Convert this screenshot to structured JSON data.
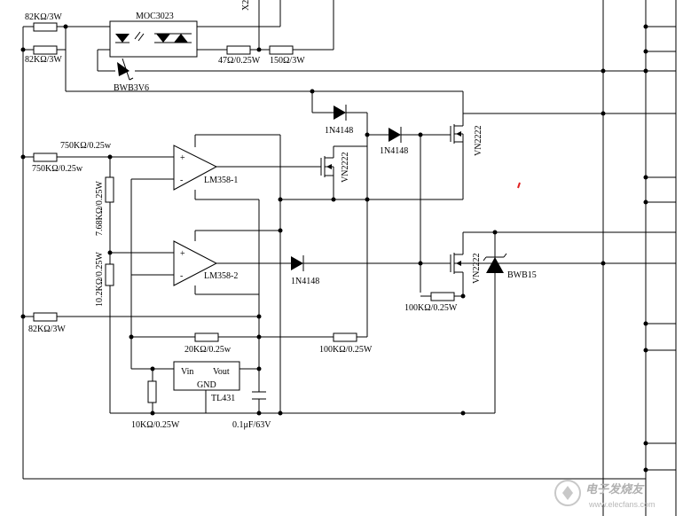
{
  "labels": {
    "r82k_top": "82KΩ/3W",
    "r82k_2": "82KΩ/3W",
    "moc": "MOC3023",
    "r47": "47Ω/0.25W",
    "r150": "150Ω/3W",
    "bwb3v6": "BWB3V6",
    "x2": "X2",
    "d1": "1N4148",
    "d2": "1N4148",
    "d3": "1N4148",
    "vn1": "VN2222",
    "vn2": "VN2222",
    "vn3": "VN2222",
    "r750a": "750KΩ/0.25w",
    "r750b": "750KΩ/0.25w",
    "r768": "7.68KΩ/0.25W",
    "r102": "10.2KΩ/0.25W",
    "lm1": "LM358-1",
    "lm2": "LM358-2",
    "r82k_3": "82KΩ/3W",
    "r20k": "20KΩ/0.25w",
    "r100k_a": "100KΩ/0.25W",
    "r100k_b": "100KΩ/0.25W",
    "bwb15": "BWB15",
    "tl_vin": "Vin",
    "tl_vout": "Vout",
    "tl_gnd": "GND",
    "tl431": "TL431",
    "r10k": "10KΩ/0.25W",
    "cap": "0.1μF/63V",
    "plus": "+",
    "minus": "-",
    "watermark1": "电子发烧友",
    "watermark2": "www.elecfans.com"
  }
}
